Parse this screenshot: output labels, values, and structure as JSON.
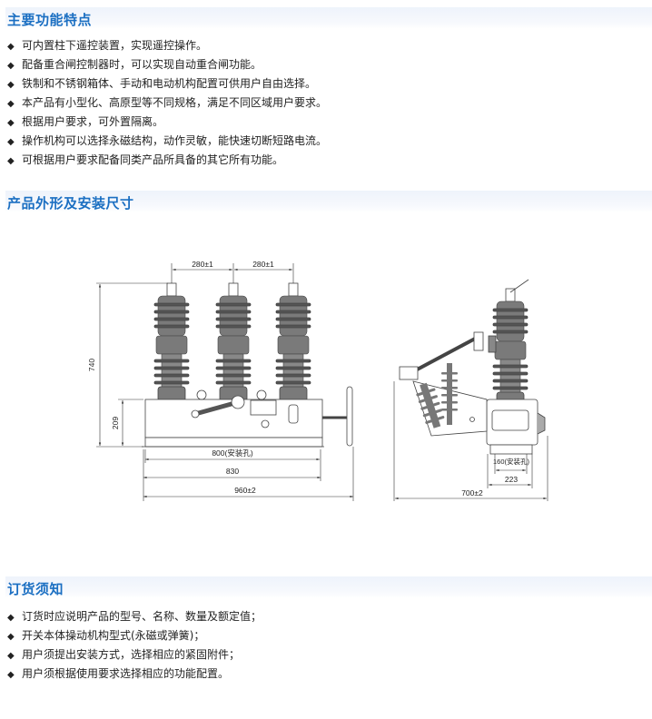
{
  "features": {
    "title": "主要功能特点",
    "items": [
      "可内置柱下遥控装置，实现遥控操作。",
      "配备重合闸控制器时，可以实现自动重合闸功能。",
      "铁制和不锈钢箱体、手动和电动机构配置可供用户自由选择。",
      "本产品有小型化、高原型等不同规格，满足不同区域用户要求。",
      "根据用户要求，可外置隔离。",
      "操作机构可以选择永磁结构，动作灵敏，能快速切断短路电流。",
      "可根据用户要求配备同类产品所具备的其它所有功能。"
    ]
  },
  "dimensions": {
    "title": "产品外形及安装尺寸",
    "front": {
      "pitch1": "280±1",
      "pitch2": "280±1",
      "height": "740",
      "box_height": "209",
      "mount": "800(安装孔)",
      "base": "830",
      "overall": "960±2"
    },
    "side": {
      "mount": "160(安装孔)",
      "base": "223",
      "overall": "700±2"
    }
  },
  "ordering": {
    "title": "订货须知",
    "items": [
      "订货时应说明产品的型号、名称、数量及额定值；",
      "开关本体操动机构型式(永磁或弹簧)；",
      "用户须提出安装方式，选择相应的紧固附件；",
      "用户须根据使用要求选择相应的功能配置。"
    ]
  },
  "bullet": "◆",
  "colors": {
    "heading": "#1b6fc2",
    "insulator": "#6e6e6e"
  }
}
